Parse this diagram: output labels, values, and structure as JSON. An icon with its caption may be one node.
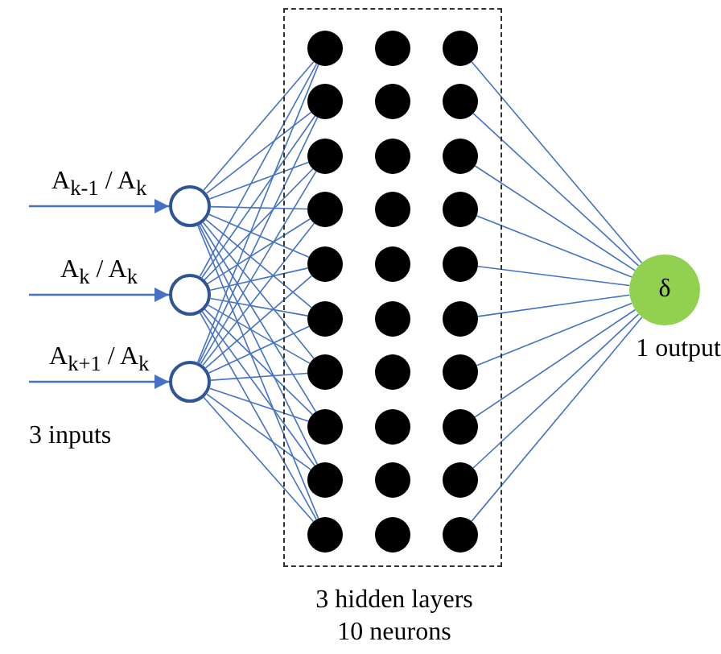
{
  "diagram": {
    "nodes": [
      {
        "text": [
          "3 hidden layers 10 neurons"
        ]
      },
      {
        "text": [],
        "shape": "circle"
      },
      {
        "text": [],
        "shape": "circle"
      },
      {
        "text": [],
        "shape": "circle"
      },
      {
        "text": [],
        "shape": "circle",
        "in": 0
      },
      {
        "text": [],
        "shape": "circle",
        "in": 0
      },
      {
        "text": [],
        "shape": "circle",
        "in": 0
      },
      {
        "text": [],
        "shape": "circle",
        "in": 0
      },
      {
        "text": [],
        "shape": "circle",
        "in": 0
      },
      {
        "text": [],
        "shape": "circle",
        "in": 0
      },
      {
        "text": [],
        "shape": "circle",
        "in": 0
      },
      {
        "text": [],
        "shape": "circle",
        "in": 0
      },
      {
        "text": [],
        "shape": "circle",
        "in": 0
      },
      {
        "text": [],
        "shape": "circle",
        "in": 0
      },
      {
        "text": [],
        "shape": "circle",
        "in": 0
      },
      {
        "text": [],
        "shape": "circle",
        "in": 0
      },
      {
        "text": [],
        "shape": "circle",
        "in": 0
      },
      {
        "text": [],
        "shape": "circle",
        "in": 0
      },
      {
        "text": [],
        "shape": "circle",
        "in": 0
      },
      {
        "text": [],
        "shape": "circle",
        "in": 0
      },
      {
        "text": [],
        "shape": "circle",
        "in": 0
      },
      {
        "text": [],
        "shape": "circle",
        "in": 0
      },
      {
        "text": [],
        "shape": "circle",
        "in": 0
      },
      {
        "text": [],
        "shape": "circle",
        "in": 0
      },
      {
        "text": [],
        "shape": "circle",
        "in": 0
      },
      {
        "text": [],
        "shape": "circle",
        "in": 0
      },
      {
        "text": [],
        "shape": "circle",
        "in": 0
      },
      {
        "text": [],
        "shape": "circle",
        "in": 0
      },
      {
        "text": [],
        "shape": "circle",
        "in": 0
      },
      {
        "text": [],
        "shape": "circle",
        "in": 0
      },
      {
        "text": [],
        "shape": "circle",
        "in": 0
      },
      {
        "text": [],
        "shape": "circle",
        "in": 0
      },
      {
        "text": [],
        "shape": "circle",
        "in": 0
      },
      {
        "text": [],
        "shape": "circle",
        "in": 0
      },
      {
        "text": [
          "δ"
        ],
        "beside": [
          "1 output"
        ]
      }
    ],
    "edges": [
      {
        "from": null,
        "to": 1,
        "arrow": "to",
        "label": "A$_{k-1}$ / A$_{k}$"
      },
      {
        "from": null,
        "to": 2,
        "arrow": "to",
        "label": "A$_{k}$ / A$_{k}$"
      },
      {
        "from": null,
        "to": 3,
        "arrow": "to",
        "label": "A$_{k+1}$ / A$_{k}$"
      },
      {
        "from": 1,
        "to": 4,
        "arrow": "none"
      },
      {
        "from": 1,
        "to": 5,
        "arrow": "none"
      },
      {
        "from": 1,
        "to": 6,
        "arrow": "none"
      },
      {
        "from": 1,
        "to": 7,
        "arrow": "none"
      },
      {
        "from": 1,
        "to": 8,
        "arrow": "none"
      },
      {
        "from": 1,
        "to": 9,
        "arrow": "none"
      },
      {
        "from": 1,
        "to": 10,
        "arrow": "none"
      },
      {
        "from": 1,
        "to": 11,
        "arrow": "none"
      },
      {
        "from": 1,
        "to": 12,
        "arrow": "none"
      },
      {
        "from": 1,
        "to": 13,
        "arrow": "none"
      },
      {
        "from": 2,
        "to": 4,
        "arrow": "none"
      },
      {
        "from": 2,
        "to": 5,
        "arrow": "none"
      },
      {
        "from": 2,
        "to": 6,
        "arrow": "none"
      },
      {
        "from": 2,
        "to": 7,
        "arrow": "none"
      },
      {
        "from": 2,
        "to": 8,
        "arrow": "none"
      },
      {
        "from": 2,
        "to": 9,
        "arrow": "none"
      },
      {
        "from": 2,
        "to": 10,
        "arrow": "none"
      },
      {
        "from": 2,
        "to": 11,
        "arrow": "none"
      },
      {
        "from": 2,
        "to": 12,
        "arrow": "none"
      },
      {
        "from": 2,
        "to": 13,
        "arrow": "none"
      },
      {
        "from": 3,
        "to": 4,
        "arrow": "none"
      },
      {
        "from": 3,
        "to": 5,
        "arrow": "none"
      },
      {
        "from": 3,
        "to": 6,
        "arrow": "none"
      },
      {
        "from": 3,
        "to": 7,
        "arrow": "none"
      },
      {
        "from": 3,
        "to": 8,
        "arrow": "none"
      },
      {
        "from": 3,
        "to": 9,
        "arrow": "none"
      },
      {
        "from": 3,
        "to": 10,
        "arrow": "none"
      },
      {
        "from": 3,
        "to": 11,
        "arrow": "none"
      },
      {
        "from": 3,
        "to": 12,
        "arrow": "none"
      },
      {
        "from": 3,
        "to": 13,
        "arrow": "none"
      },
      {
        "from": 24,
        "to": 34,
        "arrow": "none"
      },
      {
        "from": 25,
        "to": 34,
        "arrow": "none"
      },
      {
        "from": 26,
        "to": 34,
        "arrow": "none"
      },
      {
        "from": 27,
        "to": 34,
        "arrow": "none"
      },
      {
        "from": 28,
        "to": 34,
        "arrow": "none"
      },
      {
        "from": 29,
        "to": 34,
        "arrow": "none"
      },
      {
        "from": 30,
        "to": 34,
        "arrow": "none"
      },
      {
        "from": 31,
        "to": 34,
        "arrow": "none"
      },
      {
        "from": 32,
        "to": 34,
        "arrow": "none"
      },
      {
        "from": 33,
        "to": 34,
        "arrow": "none"
      }
    ],
    "labels": [
      "3 inputs"
    ]
  }
}
